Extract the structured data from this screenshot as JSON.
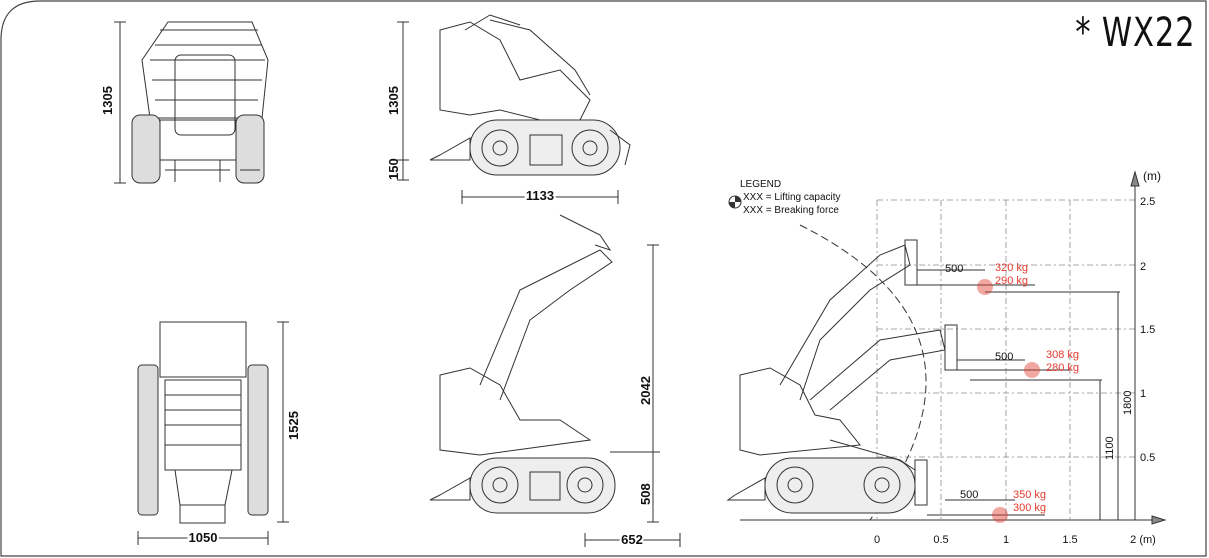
{
  "model": "* WX22",
  "dimensions": {
    "front_height": "1305",
    "side_height": "1305",
    "track_height": "150",
    "side_length": "1133",
    "raised_height": "2042",
    "track_block": "508",
    "track_width": "652",
    "top_length": "1525",
    "top_width": "1050"
  },
  "legend": {
    "title": "LEGEND",
    "lifting": "XXX = Lifting capacity",
    "breaking": "XXX = Breaking force"
  },
  "chart_data": {
    "type": "diagram",
    "x_axis": {
      "ticks": [
        "0",
        "0.5",
        "1",
        "1.5",
        "2 (m)"
      ]
    },
    "y_axis": {
      "unit": "(m)",
      "ticks": [
        "0.5",
        "1",
        "1.5",
        "2",
        "2.5"
      ]
    },
    "load_points": [
      {
        "reach": "500",
        "lifting": "320 kg",
        "breaking": "290 kg"
      },
      {
        "reach": "500",
        "lifting": "308 kg",
        "breaking": "280 kg"
      },
      {
        "reach": "500",
        "lifting": "350 kg",
        "breaking": "300 kg"
      }
    ],
    "heights": [
      "1800",
      "1100"
    ]
  },
  "colors": {
    "line": "#222222",
    "accent": "#e33b2e",
    "grid": "#8a8a8a"
  }
}
